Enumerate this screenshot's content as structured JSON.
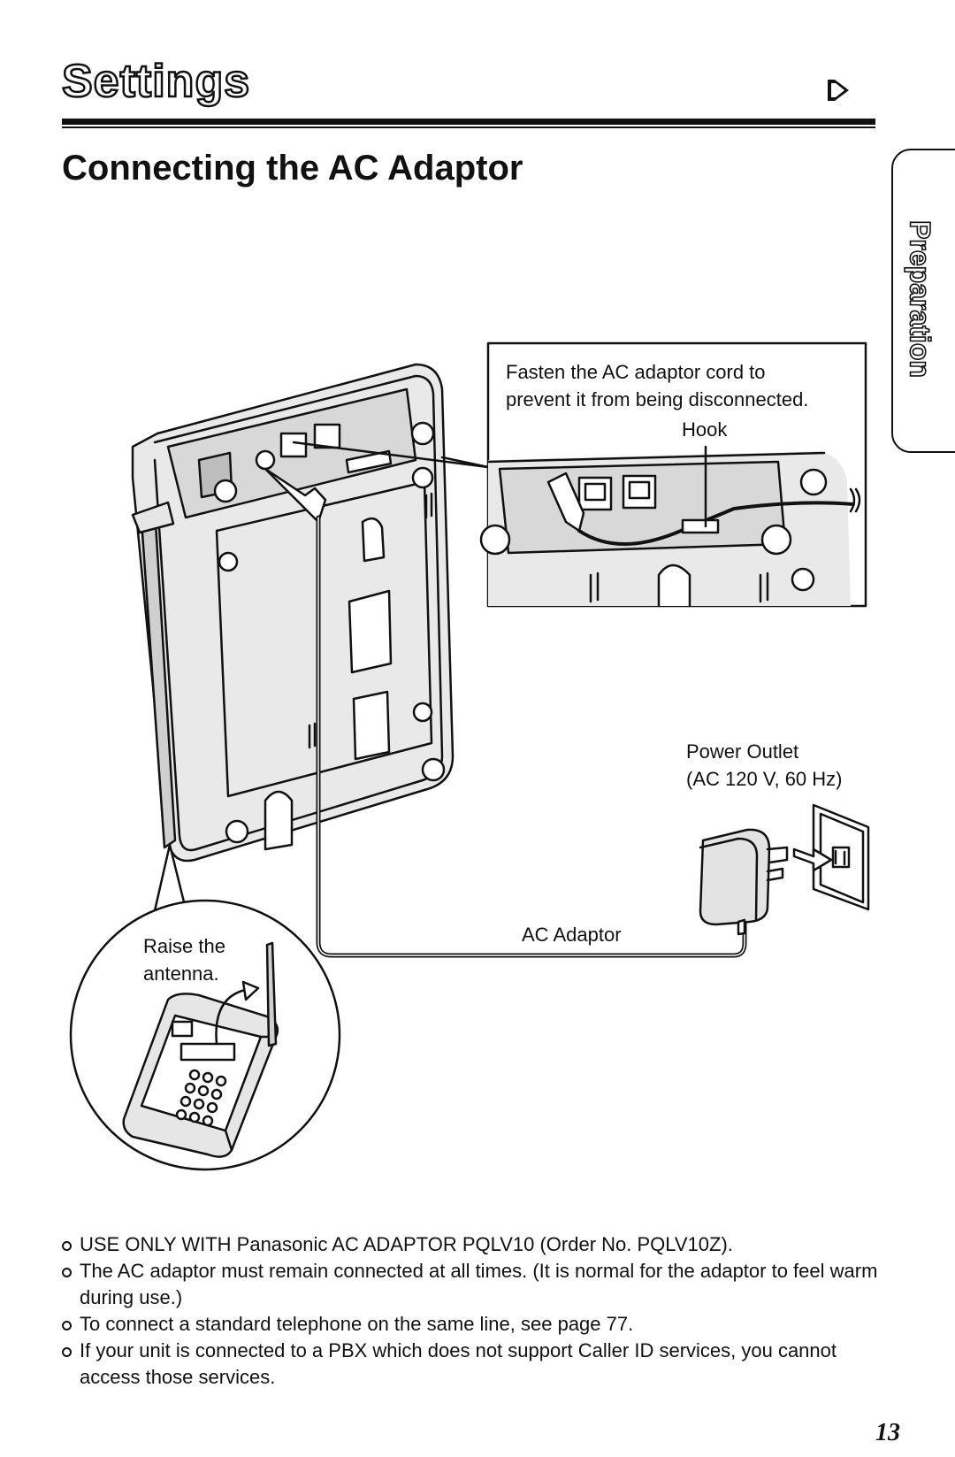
{
  "header": {
    "title": "Settings",
    "continue_icon": "outline-arrow-right-icon"
  },
  "section": {
    "heading": "Connecting the AC Adaptor"
  },
  "side_tab": {
    "label": "Preparation"
  },
  "figure": {
    "callout_fasten_line1": "Fasten the AC adaptor cord to",
    "callout_fasten_line2": "prevent it from being disconnected.",
    "hook_label": "Hook",
    "power_outlet_line1": "Power Outlet",
    "power_outlet_line2": "(AC 120 V, 60 Hz)",
    "ac_adaptor_label": "AC Adaptor",
    "raise_line1": "Raise the",
    "raise_line2": "antenna."
  },
  "notes": [
    "USE ONLY WITH Panasonic AC ADAPTOR PQLV10 (Order No. PQLV10Z).",
    "The AC adaptor must remain connected at all times. (It is normal for the adaptor to feel warm during use.)",
    "To connect a standard telephone on the same line, see page 77.",
    "If your unit is connected to a PBX which does not support Caller ID services, you cannot access those services."
  ],
  "page_number": "13"
}
